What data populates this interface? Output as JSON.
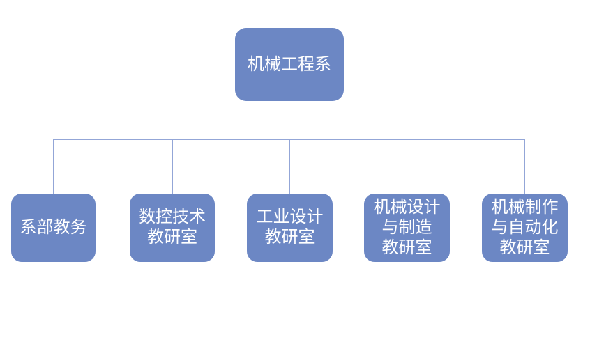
{
  "colors": {
    "node_fill": "#6C87C4",
    "node_text": "#FFFFFF",
    "connector": "#93A6D7",
    "background": "#FFFFFF"
  },
  "org": {
    "root": {
      "label": "机械工程系"
    },
    "children": [
      {
        "label": "系部教务"
      },
      {
        "label": "数控技术\n教研室"
      },
      {
        "label": "工业设计\n教研室"
      },
      {
        "label": "机械设计\n与制造\n教研室"
      },
      {
        "label": "机械制作\n与自动化\n教研室"
      }
    ]
  }
}
